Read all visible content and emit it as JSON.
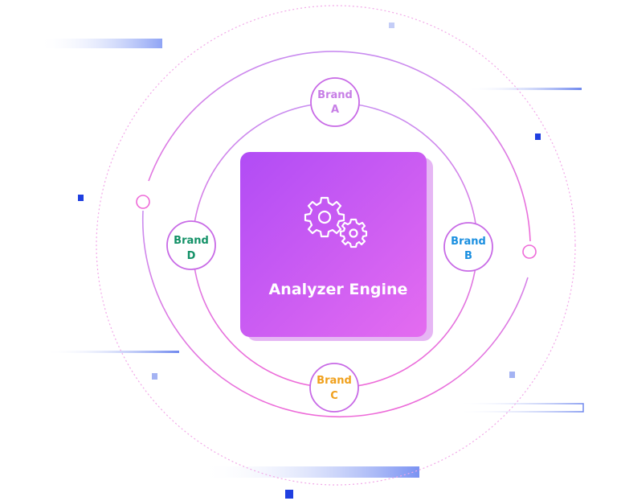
{
  "engine": {
    "title": "Analyzer Engine",
    "icon": "gears-icon"
  },
  "brands": [
    {
      "id": "a",
      "line1": "Brand",
      "line2": "A",
      "color": "#c77ee6"
    },
    {
      "id": "b",
      "line1": "Brand",
      "line2": "B",
      "color": "#1a8fe0"
    },
    {
      "id": "c",
      "line1": "Brand",
      "line2": "C",
      "color": "#f0a01c"
    },
    {
      "id": "d",
      "line1": "Brand",
      "line2": "D",
      "color": "#139167"
    }
  ],
  "colors": {
    "gradient_start": "#b14cf5",
    "gradient_end": "#e06af0",
    "ring": "#d86ae8",
    "accent_blue": "#1f3fe0"
  }
}
